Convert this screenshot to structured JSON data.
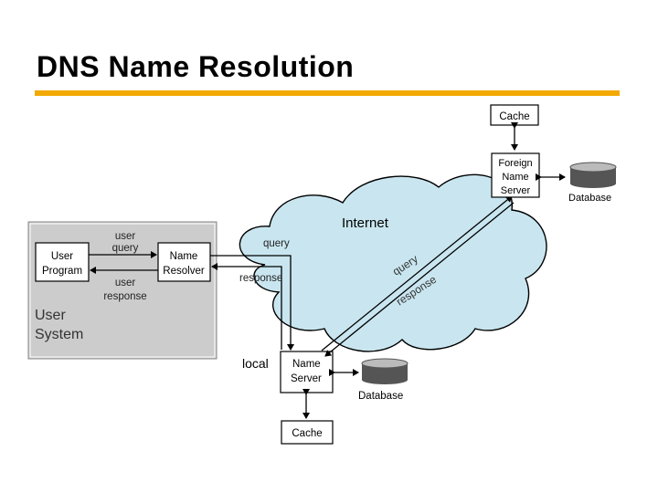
{
  "title": "DNS Name Resolution",
  "colors": {
    "accent_rule": "#f2a900",
    "cloud_fill": "#c9e6f0",
    "system_box": "#cccccc",
    "box_fill": "#ffffff",
    "line": "#000000"
  },
  "diagram": {
    "user_system_label_1": "User",
    "user_system_label_2": "System",
    "user_program_1": "User",
    "user_program_2": "Program",
    "name_resolver_1": "Name",
    "name_resolver_2": "Resolver",
    "user_query_1": "user",
    "user_query_2": "query",
    "user_response_1": "user",
    "user_response_2": "response",
    "internet": "Internet",
    "cloud_query_left": "query",
    "cloud_response_left": "response",
    "cloud_query_diag": "query",
    "cloud_response_diag": "response",
    "local": "local",
    "local_ns_1": "Name",
    "local_ns_2": "Server",
    "local_cache": "Cache",
    "local_database": "Database",
    "foreign_cache": "Cache",
    "foreign_ns_1": "Foreign",
    "foreign_ns_2": "Name",
    "foreign_ns_3": "Server",
    "foreign_database": "Database"
  }
}
